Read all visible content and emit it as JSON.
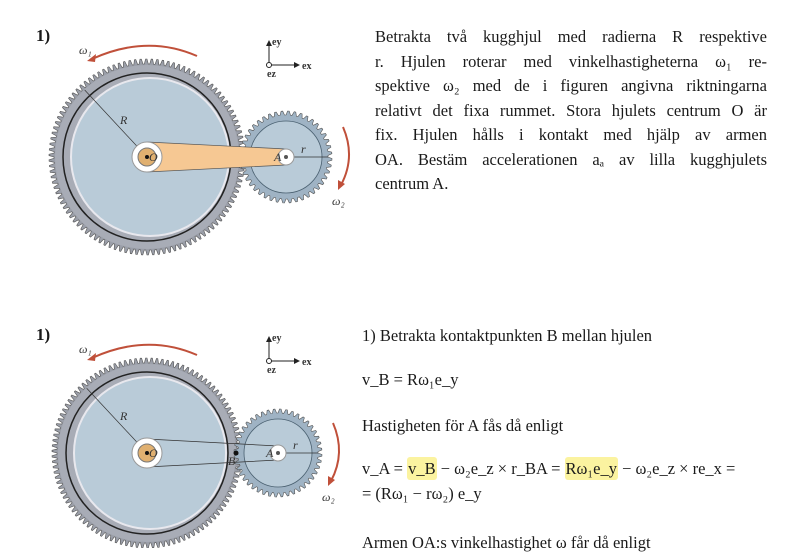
{
  "problem": {
    "number": "1)",
    "lines": [
      "Betrakta två kugghjul med radierna R respektive",
      "r. Hjulen roterar med vinkelhastigheterna ω₁ re-",
      "spektive ω₂ med de i figuren angivna riktningarna",
      "relativt det fixa rummet. Stora hjulets centrum O är",
      "fix.  Hjulen hålls i kontakt med hjälp av armen",
      "OA. Bestäm accelerationen aₐ av lilla kugghjulets",
      "centrum A."
    ]
  },
  "figure_labels": {
    "omega1": "ω₁",
    "omega2": "ω₂",
    "R": "R",
    "r": "r",
    "O": "O",
    "A": "A",
    "B": "B",
    "ey": "ey",
    "ex": "ex",
    "ez": "ez"
  },
  "solution": {
    "number": "1)",
    "step1": "1)  Betrakta kontaktpunkten B mellan hjulen",
    "vB_eq": "v_B = Rω₁e_y",
    "step2": "Hastigheten för A fås då enligt",
    "vA_lhs": "v_A = ",
    "vA_hl1": "v_B",
    "vA_mid": " − ω₂e_z × r_BA = ",
    "vA_hl2": "Rω₁e_y",
    "vA_rest": " − ω₂e_z × re_x =",
    "vA_line2": "= (Rω₁ − rω₂) e_y",
    "step3": "Armen OA:s vinkelhastighet ω får då enligt"
  },
  "colors": {
    "gear_fill": "#b9cbd8",
    "gear_rim": "#8a8f9c",
    "arm": "#f6c893",
    "arrow": "#c0503a",
    "highlight": "#fbf3a0"
  }
}
